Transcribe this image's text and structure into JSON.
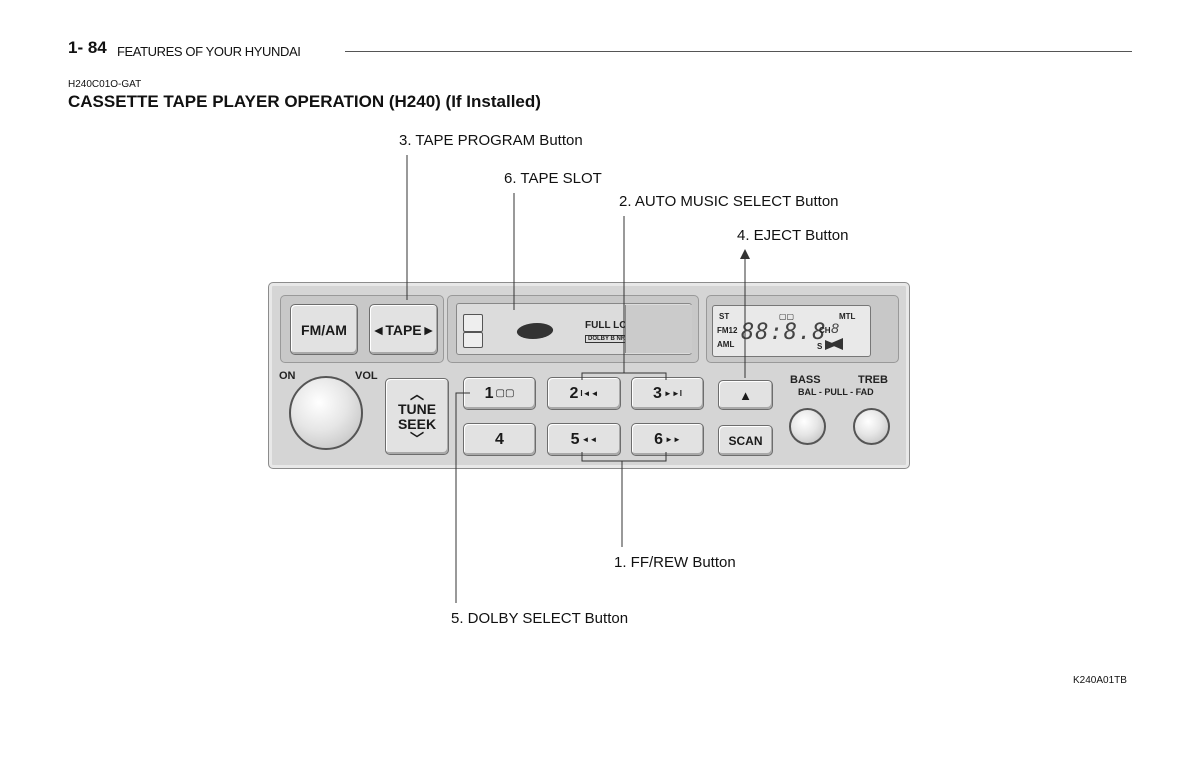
{
  "header": {
    "page_number": "1- 84",
    "section": "FEATURES OF YOUR HYUNDAI"
  },
  "doc_code": "H240C01O-GAT",
  "title": "CASSETTE TAPE PLAYER OPERATION (H240) (If Installed)",
  "callouts": {
    "tape_program": "3. TAPE PROGRAM Button",
    "tape_slot": "6. TAPE SLOT",
    "auto_music": "2. AUTO MUSIC SELECT Button",
    "eject": "4. EJECT Button",
    "ff_rew": "1.  FF/REW Button",
    "dolby": "5. DOLBY SELECT Button"
  },
  "figure_code": "K240A01TB",
  "radio": {
    "fm_am": "FM/AM",
    "tape": "◄TAPE►",
    "on": "ON",
    "vol": "VOL",
    "tune_up": "︿",
    "tune": "TUNE",
    "seek": "SEEK",
    "tune_down": "﹀",
    "preset_1": "1",
    "preset_1_icon": "▢▢",
    "preset_2": "2",
    "preset_2_icon": "I◄◄",
    "preset_3": "3",
    "preset_3_icon": "►►I",
    "preset_4": "4",
    "preset_5": "5",
    "preset_5_icon": "◄◄",
    "preset_6": "6",
    "preset_6_icon": "►►",
    "eject_symbol": "▲",
    "scan": "SCAN",
    "bass": "BASS",
    "treb": "TREB",
    "bal_pull_fad": "BAL - PULL - FAD",
    "full_logic": "FULL LOGIC",
    "dolby_nr": "DOLBY B NR",
    "lcd": {
      "st": "ST",
      "dolby_icon": "▢▢",
      "mtl": "MTL",
      "fm12": "FM12",
      "aml": "AML",
      "digits": "88:8.8",
      "ch": "CH",
      "ch_digit": "8",
      "s": "S"
    }
  }
}
